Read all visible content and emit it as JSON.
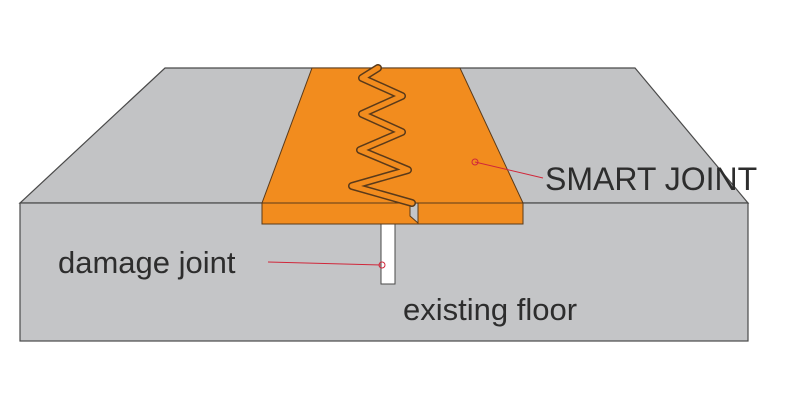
{
  "diagram": {
    "labels": {
      "smart_joint": "SMART JOINT",
      "damage_joint": "damage joint",
      "existing_floor": "existing floor"
    },
    "colors": {
      "background": "#ffffff",
      "floor_top": "#c2c3c5",
      "floor_front": "#c4c5c7",
      "outline": "#4a4a4a",
      "joint_fill": "#f28c1e",
      "joint_outline": "#5a3a1a",
      "callout_line": "#d0273a",
      "label_text": "#2d2d2d",
      "damage_joint_fill": "#ffffff"
    }
  }
}
